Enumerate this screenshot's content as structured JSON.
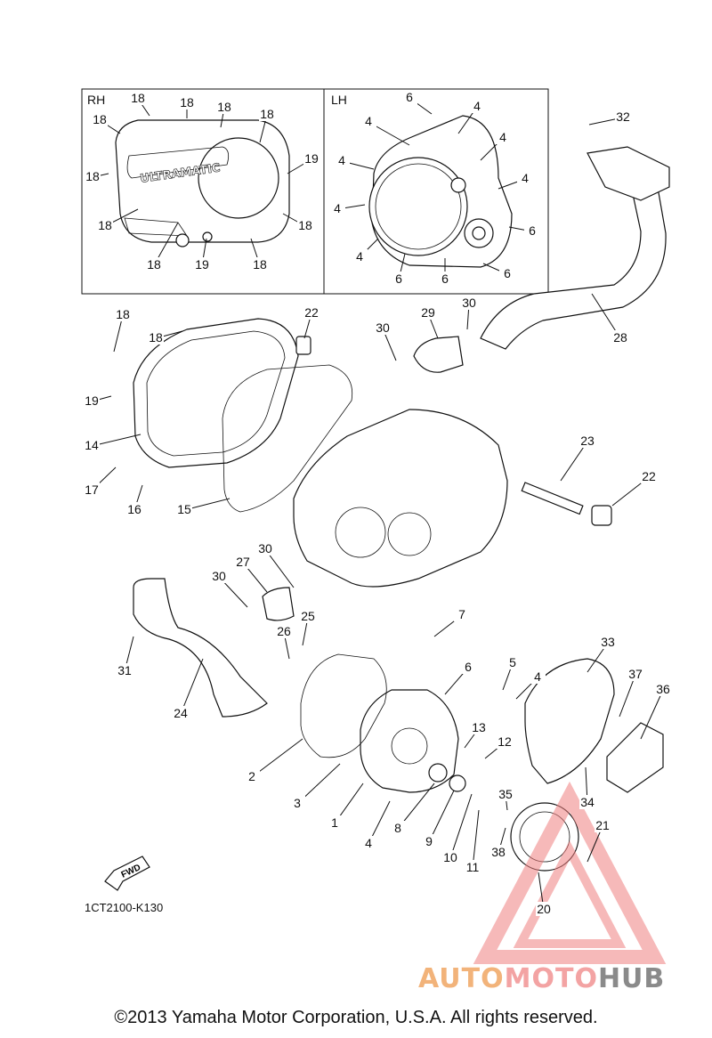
{
  "diagram": {
    "inset_labels": {
      "rh": "RH",
      "lh": "LH"
    },
    "brand_text": "ULTRAMATIC",
    "ref_code": "1CT2100-K130",
    "fwd_label": "FWD",
    "copyright": "©2013 Yamaha Motor Corporation, U.S.A. All rights reserved.",
    "watermark": {
      "auto": "AUTO",
      "moto": "MOTO",
      "hub": "HUB"
    },
    "colors": {
      "line": "#111111",
      "watermark_red": "#f3a3a3",
      "watermark_orange": "#f2b37a",
      "watermark_gray": "#8a8a8a"
    },
    "callouts": {
      "rh_top": [
        "18",
        "18",
        "18",
        "18",
        "18",
        "18",
        "18",
        "19",
        "18",
        "18",
        "19",
        "18"
      ],
      "lh_top": [
        "6",
        "4",
        "4",
        "4",
        "4",
        "4",
        "4",
        "6",
        "6",
        "4",
        "6",
        "6"
      ],
      "main": [
        "32",
        "28",
        "29",
        "30",
        "30",
        "22",
        "18",
        "18",
        "19",
        "14",
        "17",
        "16",
        "15",
        "23",
        "22",
        "27",
        "30",
        "30",
        "25",
        "26",
        "31",
        "24",
        "7",
        "6",
        "5",
        "4",
        "33",
        "37",
        "36",
        "13",
        "12",
        "2",
        "3",
        "1",
        "4",
        "8",
        "9",
        "10",
        "11",
        "35",
        "38",
        "34",
        "21",
        "20"
      ]
    }
  }
}
